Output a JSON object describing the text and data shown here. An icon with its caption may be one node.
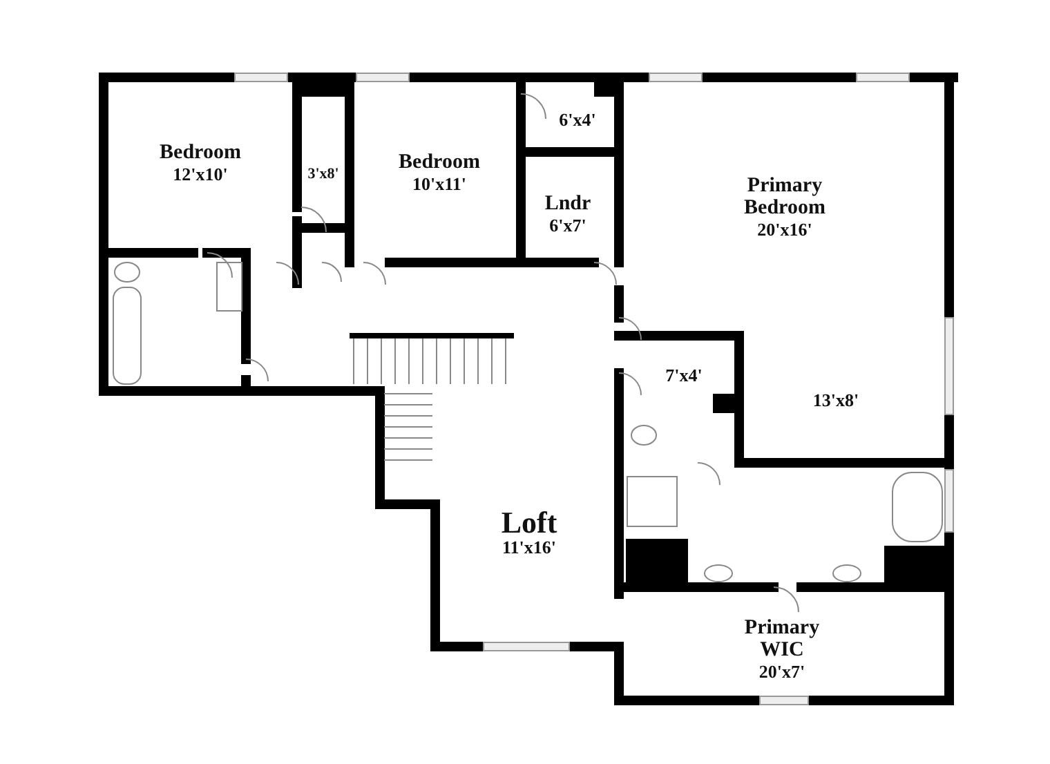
{
  "diagram": {
    "nodes": [
      {
        "text": [
          "Bedroom",
          "12'x10'"
        ]
      },
      {
        "text": [
          "3'x8'"
        ]
      },
      {
        "text": [
          "Bedroom",
          "10'x11'"
        ]
      },
      {
        "text": [
          "6'x4'"
        ]
      },
      {
        "text": [
          "Lndr",
          "6'x7'"
        ]
      },
      {
        "text": [
          "Primary Bedroom",
          "20'x16'"
        ]
      },
      {
        "text": [
          "7'x4'"
        ]
      },
      {
        "text": [
          "13'x8'"
        ]
      },
      {
        "text": [
          "Loft",
          "11'x16'"
        ]
      },
      {
        "text": [
          "Primary WIC",
          "20'x7'"
        ]
      }
    ]
  }
}
